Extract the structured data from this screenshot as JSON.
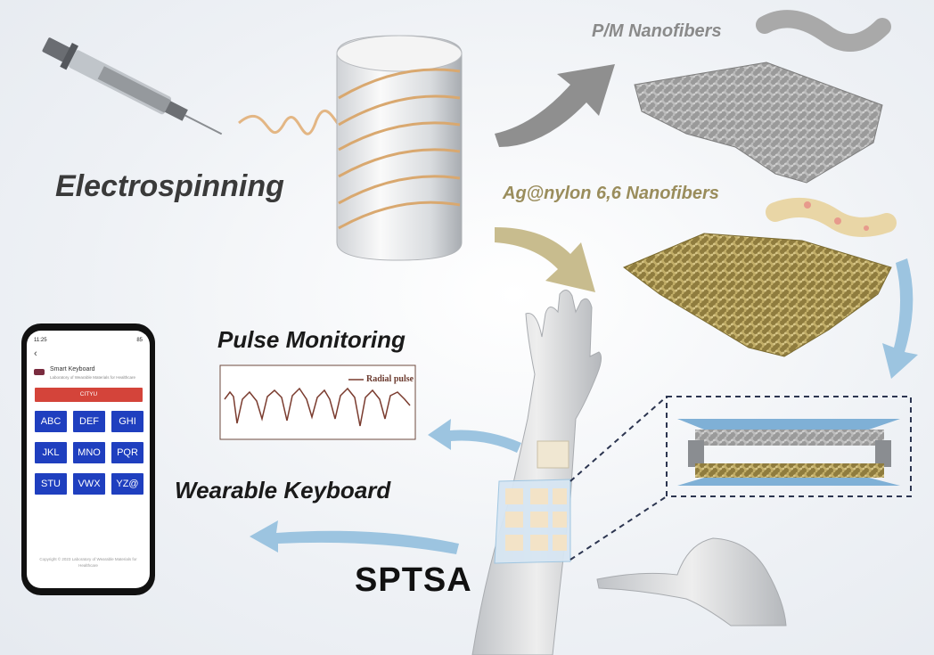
{
  "labels": {
    "electrospinning": "Electrospinning",
    "pm_nanofibers": "P/M Nanofibers",
    "ag_nanofibers": "Ag@nylon 6,6 Nanofibers",
    "pulse_monitoring": "Pulse Monitoring",
    "wearable_keyboard": "Wearable Keyboard",
    "sptsa": "SPTSA",
    "radial_pulse": "Radial pulse"
  },
  "phone": {
    "status_time": "11:25",
    "status_battery": "85",
    "back_glyph": "‹",
    "app_title": "Smart Keyboard",
    "app_subtitle": "Laboratory of Wearable Materials for Healthcare",
    "banner": "CITYU",
    "keys": [
      "ABC",
      "DEF",
      "GHI",
      "JKL",
      "MNO",
      "PQR",
      "STU",
      "VWX",
      "YZ@"
    ],
    "footer": "Copyright © 2023 Laboratory of Wearable Materials for Healthcare"
  },
  "colors": {
    "gray_arrow": "#8f8f8f",
    "gold_arrow": "#c8bc8e",
    "blue_arrow": "#9cc4e0",
    "key_blue": "#1f3fbf",
    "banner_red": "#d4443a",
    "pulse_trace": "#7a3b2e"
  }
}
